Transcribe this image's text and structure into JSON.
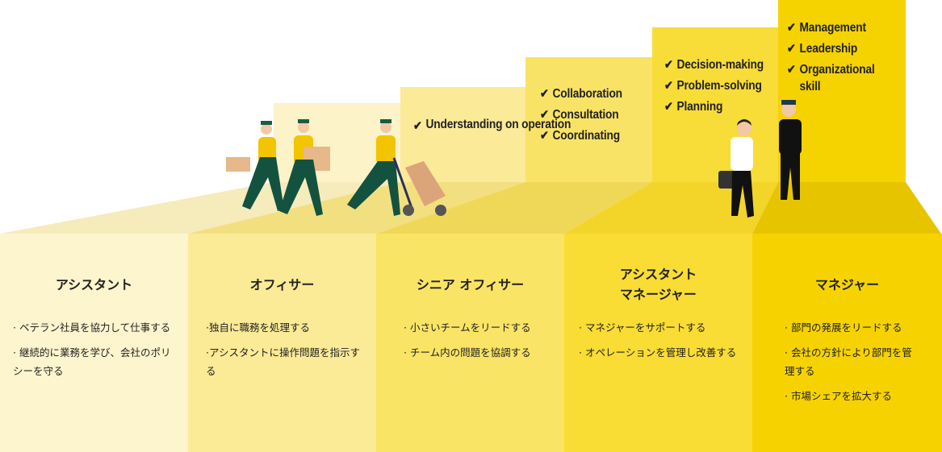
{
  "colors": {
    "level1": "#fcf4cb",
    "level2": "#fbe996",
    "level3": "#f9e263",
    "level4": "#f8db35",
    "level5": "#f5d300"
  },
  "skills": [
    {
      "level": 1,
      "items": [
        "Understanding on operation"
      ]
    },
    {
      "level": 2,
      "items": [
        "Collaboration",
        "Consultation",
        "Coordinating"
      ]
    },
    {
      "level": 3,
      "items": [
        "Decision-making",
        "Problem-solving",
        "Planning"
      ]
    },
    {
      "level": 4,
      "items": [
        "Management",
        "Leadership",
        "Organizational skill"
      ]
    }
  ],
  "check_icon": "✔",
  "columns": [
    {
      "title": "アシスタント",
      "bullets": [
        "· ベテラン社員を協力して仕事する",
        "· 継続的に業務を学び、会社のポリシーを守る"
      ]
    },
    {
      "title": "オフィサー",
      "bullets": [
        "·独自に職務を処理する",
        "·アシスタントに操作問題を指示する"
      ]
    },
    {
      "title": "シニア オフィサー",
      "bullets": [
        "· 小さいチームをリードする",
        "· チーム内の問題を協調する"
      ]
    },
    {
      "title": "アシスタント\nマネージャー",
      "bullets": [
        "· マネジャーをサポートする",
        "· オペレーションを管理し改善する"
      ]
    },
    {
      "title": "マネジャー",
      "bullets": [
        "· 部門の発展をリードする",
        "· 会社の方針により部門を管理する",
        "· 市場シェアを拡大する"
      ]
    }
  ]
}
